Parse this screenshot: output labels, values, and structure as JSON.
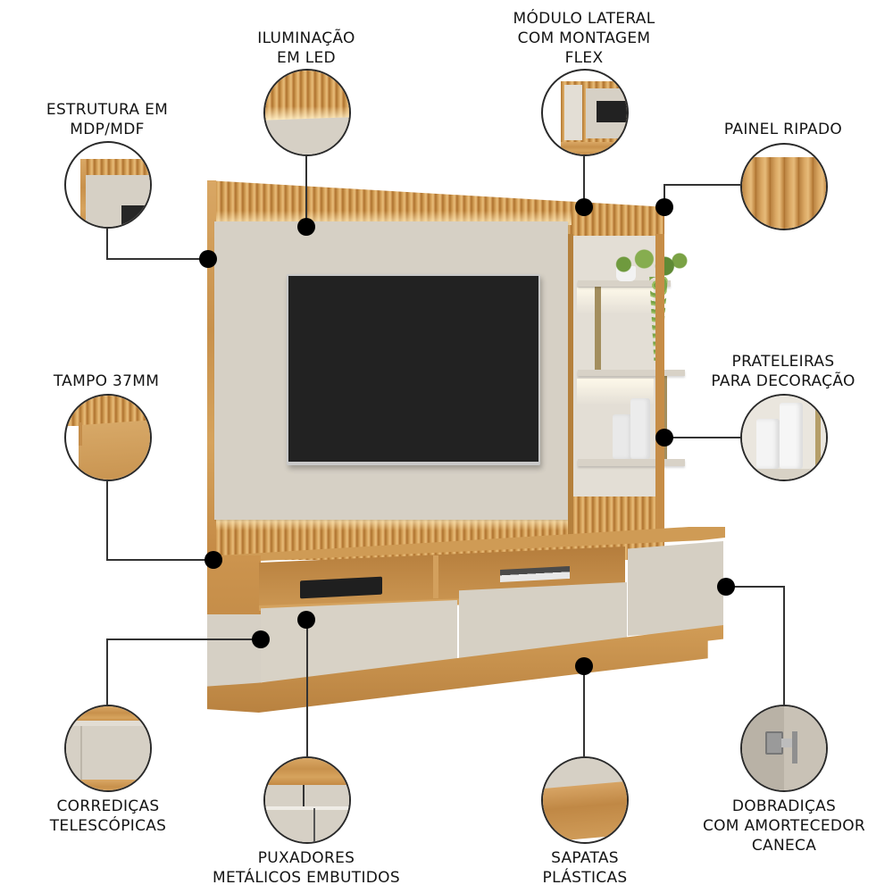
{
  "callouts": {
    "estrutura": {
      "lines": [
        "ESTRUTURA EM",
        "MDP/MDF"
      ]
    },
    "iluminacao": {
      "lines": [
        "ILUMINAÇÃO",
        "EM LED"
      ]
    },
    "modulo": {
      "lines": [
        "MÓDULO LATERAL",
        "COM MONTAGEM",
        "FLEX"
      ]
    },
    "painel": {
      "lines": [
        "PAINEL RIPADO"
      ]
    },
    "tampo": {
      "lines": [
        "TAMPO 37MM"
      ]
    },
    "prateleiras": {
      "lines": [
        "PRATELEIRAS",
        "PARA DECORAÇÃO"
      ]
    },
    "corredicas": {
      "lines": [
        "CORREDIÇAS",
        "TELESCÓPICAS"
      ]
    },
    "puxadores": {
      "lines": [
        "PUXADORES",
        "METÁLICOS EMBUTIDOS"
      ]
    },
    "sapatas": {
      "lines": [
        "SAPATAS",
        "PLÁSTICAS"
      ]
    },
    "dobradicas": {
      "lines": [
        "DOBRADIÇAS",
        "COM AMORTECEDOR",
        "CANECA"
      ]
    }
  },
  "colors": {
    "wood": "#CC9450",
    "cream": "#D6D0C5",
    "tv_screen": "#222222",
    "marker": "#000000"
  }
}
